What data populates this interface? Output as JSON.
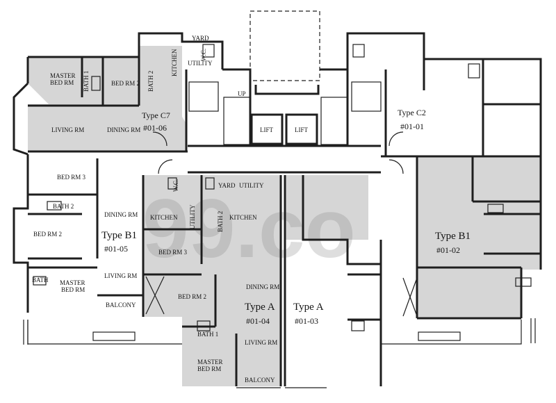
{
  "labels": {
    "yard_top": "YARD",
    "wc_top": "W.C.",
    "kitchen_c7": "KITCHEN",
    "utility_c7": "UTILITY",
    "master_bed_c7_a": "MASTER",
    "master_bed_c7_b": "BED RM",
    "bath1_c7": "BATH 1",
    "bath2_c7": "BATH 2",
    "bed2_c7": "BED RM 2",
    "type_c7": "Type C7",
    "unit_c7": "#01-06",
    "living_c7": "LIVING RM",
    "dining_c7": "DINING RM",
    "up": "UP",
    "lift_1": "LIFT",
    "lift_2": "LIFT",
    "type_c2": "Type C2",
    "unit_c2": "#01-01",
    "bed3_b1l": "BED RM 3",
    "bath2_b1l": "BATH 2",
    "bed2_b1l": "BED RM 2",
    "dining_b1l": "DINING RM",
    "type_b1_left": "Type B1",
    "unit_b1_left": "#01-05",
    "living_b1l": "LIVING RM",
    "bath_b1l": "BATH",
    "master_b1l_a": "MASTER",
    "master_b1l_b": "BED RM",
    "balcony_b1l": "BALCONY",
    "kitchen_b1l": "KITCHEN",
    "wc_mid": "W.C.",
    "yard_mid": "YARD",
    "utility_mid": "UTILITY",
    "utility_a": "UTILITY",
    "bath2_a": "BATH 2",
    "kitchen_a": "KITCHEN",
    "bed3_a": "BED RM 3",
    "dining_a": "DINING RM",
    "bed2_a": "BED RM 2",
    "type_a_left": "Type A",
    "unit_a_left": "#01-04",
    "bath1_a": "BATH 1",
    "living_a": "LIVING RM",
    "master_a_a": "MASTER",
    "master_a_b": "BED RM",
    "balcony_a": "BALCONY",
    "type_a_right": "Type A",
    "unit_a_right": "#01-03",
    "type_b1_right": "Type B1",
    "unit_b1_right": "#01-02"
  },
  "watermark": "99.co",
  "colors": {
    "shade": "#d6d6d6",
    "shade_dark": "#c4c4c4",
    "wall": "#1e1e1e"
  }
}
